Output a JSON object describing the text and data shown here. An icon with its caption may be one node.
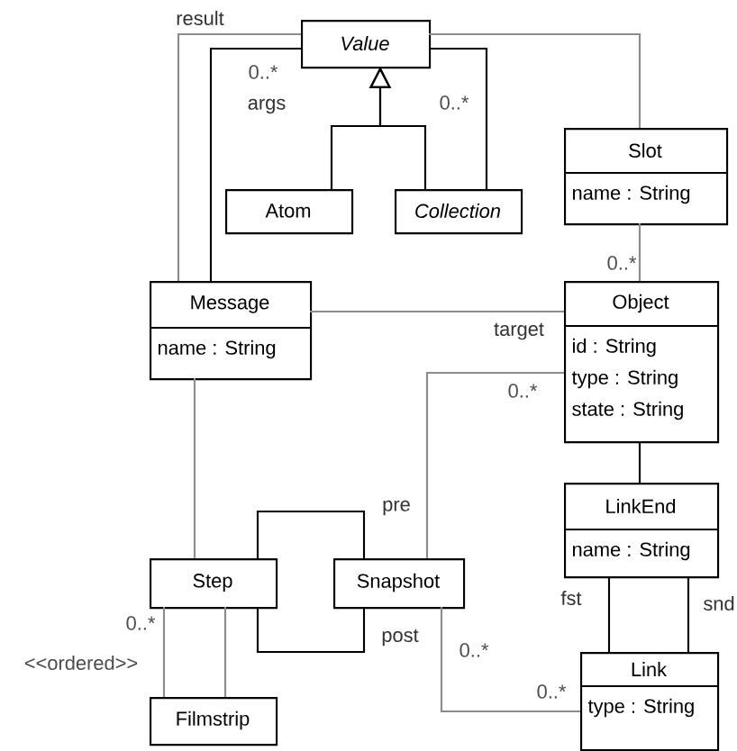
{
  "diagram": {
    "nodes": [
      {
        "text": [
          "Value"
        ]
      },
      {
        "text": [
          "Atom"
        ]
      },
      {
        "text": [
          "Collection"
        ]
      },
      {
        "text": [
          "Slot",
          "name : String"
        ]
      },
      {
        "text": [
          "Message",
          "name : String"
        ]
      },
      {
        "text": [
          "Object",
          "id : String",
          "type : String",
          "state : String"
        ]
      },
      {
        "text": [
          "LinkEnd",
          "name : String"
        ]
      },
      {
        "text": [
          "Step"
        ]
      },
      {
        "text": [
          "Snapshot"
        ]
      },
      {
        "text": [
          "Filmstrip"
        ]
      },
      {
        "text": [
          "Link",
          "type : String"
        ]
      }
    ],
    "edges": [
      {
        "from": 1,
        "to": 0,
        "arrow": "to"
      },
      {
        "from": 2,
        "to": 0,
        "arrow": "to"
      },
      {
        "from": 4,
        "to": 0,
        "arrow": "none",
        "label": "result",
        "color": "#8c8c8c"
      },
      {
        "from": 4,
        "to": 0,
        "arrow": "none",
        "label": "args"
      },
      {
        "from": 0,
        "to": 2,
        "arrow": "none"
      },
      {
        "from": 0,
        "to": 3,
        "arrow": "none",
        "color": "#8c8c8c"
      },
      {
        "from": 3,
        "to": 5,
        "arrow": "none",
        "color": "#8c8c8c"
      },
      {
        "from": 4,
        "to": 5,
        "arrow": "none",
        "label": "target",
        "color": "#8c8c8c"
      },
      {
        "from": 4,
        "to": 7,
        "arrow": "none",
        "color": "#8c8c8c"
      },
      {
        "from": 5,
        "to": 8,
        "arrow": "none",
        "color": "#8c8c8c"
      },
      {
        "from": 5,
        "to": 6,
        "arrow": "none"
      },
      {
        "from": 7,
        "to": 8,
        "arrow": "none",
        "label": "pre"
      },
      {
        "from": 7,
        "to": 8,
        "arrow": "none",
        "label": "post"
      },
      {
        "from": 7,
        "to": 9,
        "arrow": "none",
        "color": "#8c8c8c"
      },
      {
        "from": 7,
        "to": 9,
        "arrow": "none",
        "color": "#8c8c8c"
      },
      {
        "from": 8,
        "to": 10,
        "arrow": "none",
        "color": "#8c8c8c"
      },
      {
        "from": 6,
        "to": 10,
        "arrow": "none",
        "label": "fst"
      },
      {
        "from": 6,
        "to": 10,
        "arrow": "none",
        "label": "snd"
      }
    ],
    "labels": [
      "0..*",
      "0..*",
      "0..*",
      "0..*",
      "0..*",
      "<<ordered>>",
      "0..*",
      "0..*"
    ]
  }
}
